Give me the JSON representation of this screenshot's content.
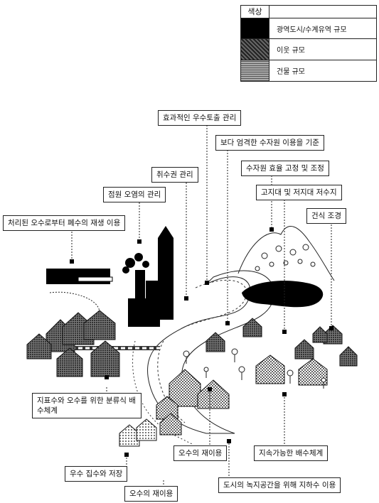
{
  "legend": {
    "header": "색상",
    "items": [
      {
        "label": "광역도시/수계유역 규모",
        "color": "#000000"
      },
      {
        "label": "이웃 규모",
        "color": "#444444"
      },
      {
        "label": "건물 규모",
        "color": "#888888"
      }
    ]
  },
  "callouts": {
    "stormwater": "효과적인 우수토출 관리",
    "stricter": "보다 엄격한 수자원 이용을 기준",
    "intake": "취수권 관리",
    "efficiency": "수자원 효율 고정 및 조정",
    "pointsource": "점원 오염의 관리",
    "highlow": "고지대 및 저지대 저수지",
    "reuse_treated": "처리된 오수로부터 폐수의 재생 이용",
    "construction": "건식 조경",
    "separate": "지표수와 오수를 위한 분류식 배수체계",
    "reuse_sewage": "오수의 재이용",
    "sustainable": "지속가능한 배수체계",
    "collection": "우수 집수와 저장",
    "reuse_bottom": "오수의 재이용",
    "groundwater": "도시의 녹지공간을 위해 지하수 이용"
  }
}
